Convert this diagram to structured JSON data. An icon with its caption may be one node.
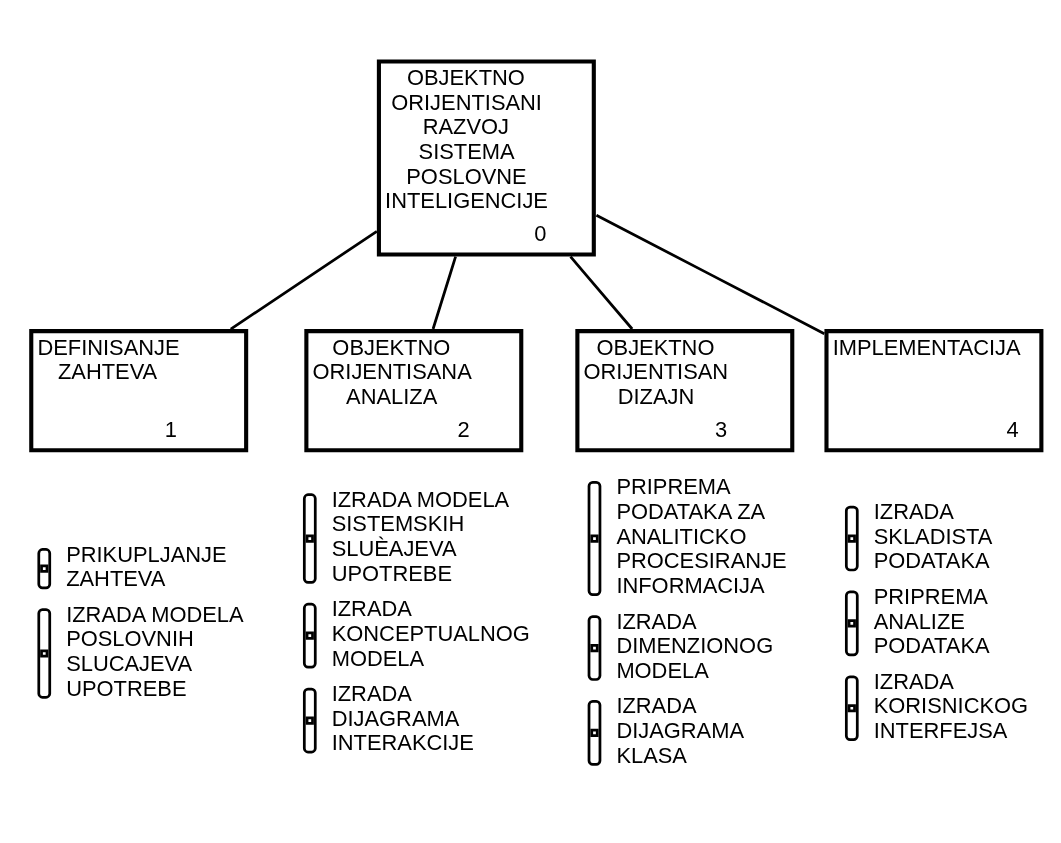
{
  "diagram": {
    "nodes": [
      {
        "text": [
          "OBJEKTNO ORIJENTISANI RAZVOJ SISTEMA POSLOVNE INTELIGENCIJE",
          "0"
        ]
      },
      {
        "text": [
          "DEFINISANJE ZAHTEVA",
          "1"
        ],
        "beside": [
          "PRIKUPLJANJE ZAHTEVA",
          "IZRADA MODELA POSLOVNIH SLUCAJEVA UPOTREBE"
        ]
      },
      {
        "text": [
          "OBJEKTNO ORIJENTISANA ANALIZA",
          "2"
        ],
        "beside": [
          "IZRADA MODELA SISTEMSKIH SLUÈAJEVA UPOTREBE",
          "IZRADA KONCEPTUALNOG MODELA",
          "IZRADA DIJAGRAMA INTERAKCIJE"
        ]
      },
      {
        "text": [
          "OBJEKTNO ORIJENTISAN DIZAJN",
          "3"
        ],
        "beside": [
          "PRIPREMA PODATAKA ZA ANALITICKO PROCESIRANJE INFORMACIJA",
          "IZRADA DIMENZIONOG MODELA",
          "IZRADA DIJAGRAMA KLASA"
        ]
      },
      {
        "text": [
          "IMPLEMENTACIJA",
          "4"
        ],
        "beside": [
          "IZRADA SKLADISTA PODATAKA",
          "PRIPREMA ANALIZE PODATAKA",
          "IZRADA KORISNICKOG INTERFEJSA"
        ]
      }
    ],
    "edges": [
      {
        "from": 0,
        "to": 1,
        "arrow": "none"
      },
      {
        "from": 0,
        "to": 2,
        "arrow": "none"
      },
      {
        "from": 0,
        "to": 3,
        "arrow": "none"
      },
      {
        "from": 0,
        "to": 4,
        "arrow": "none"
      }
    ]
  }
}
